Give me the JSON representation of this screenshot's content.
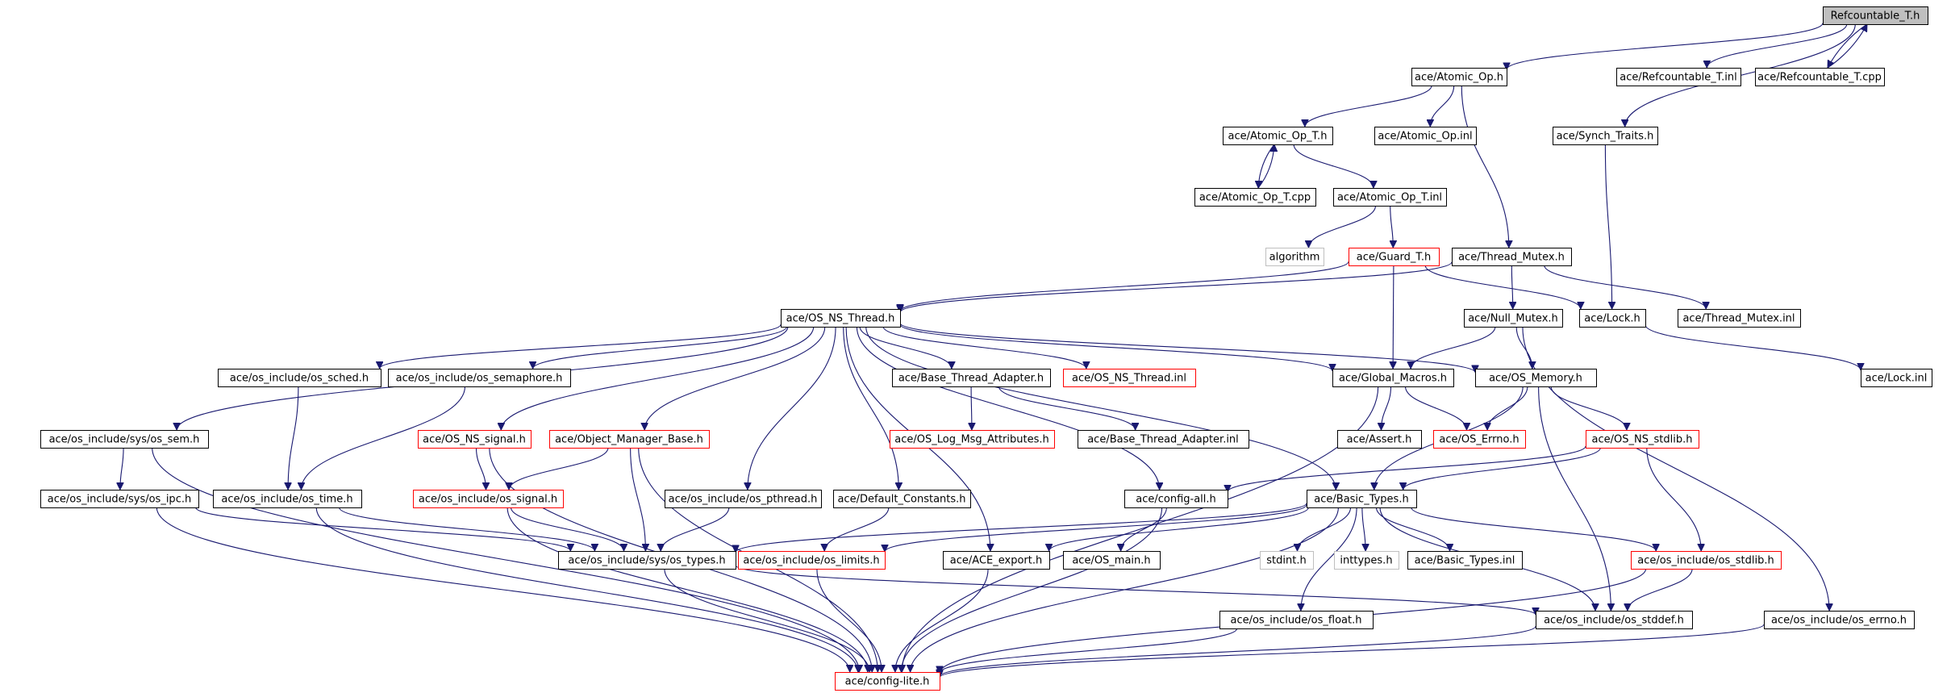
{
  "title": "",
  "colors": {
    "edge": "#191970",
    "box_border_normal": "#000000",
    "box_border_truncated": "#ff0000",
    "box_border_external": "#bfbfbf",
    "root_fill": "#bfbfbf",
    "text": "#000000"
  },
  "nodes": [
    {
      "id": "refcountable_h",
      "label": "Refcountable_T.h",
      "kind": "root"
    },
    {
      "id": "atomic_op_h",
      "label": "ace/Atomic_Op.h",
      "kind": "normal"
    },
    {
      "id": "refcountable_inl",
      "label": "ace/Refcountable_T.inl",
      "kind": "normal"
    },
    {
      "id": "refcountable_cpp",
      "label": "ace/Refcountable_T.cpp",
      "kind": "normal"
    },
    {
      "id": "atomic_op_t_h",
      "label": "ace/Atomic_Op_T.h",
      "kind": "normal"
    },
    {
      "id": "atomic_op_inl",
      "label": "ace/Atomic_Op.inl",
      "kind": "normal"
    },
    {
      "id": "synch_traits",
      "label": "ace/Synch_Traits.h",
      "kind": "normal"
    },
    {
      "id": "atomic_op_t_cpp",
      "label": "ace/Atomic_Op_T.cpp",
      "kind": "normal"
    },
    {
      "id": "atomic_op_t_inl",
      "label": "ace/Atomic_Op_T.inl",
      "kind": "normal"
    },
    {
      "id": "algorithm",
      "label": "algorithm",
      "kind": "external"
    },
    {
      "id": "guard_t",
      "label": "ace/Guard_T.h",
      "kind": "truncated"
    },
    {
      "id": "thread_mutex_h",
      "label": "ace/Thread_Mutex.h",
      "kind": "normal"
    },
    {
      "id": "os_ns_thread_h",
      "label": "ace/OS_NS_Thread.h",
      "kind": "normal"
    },
    {
      "id": "null_mutex",
      "label": "ace/Null_Mutex.h",
      "kind": "normal"
    },
    {
      "id": "lock_h",
      "label": "ace/Lock.h",
      "kind": "normal"
    },
    {
      "id": "thread_mutex_inl",
      "label": "ace/Thread_Mutex.inl",
      "kind": "normal"
    },
    {
      "id": "lock_inl",
      "label": "ace/Lock.inl",
      "kind": "normal"
    },
    {
      "id": "os_sched",
      "label": "ace/os_include/os_sched.h",
      "kind": "normal"
    },
    {
      "id": "os_semaphore",
      "label": "ace/os_include/os_semaphore.h",
      "kind": "normal"
    },
    {
      "id": "base_thread_adapter_h",
      "label": "ace/Base_Thread_Adapter.h",
      "kind": "normal"
    },
    {
      "id": "os_ns_thread_inl",
      "label": "ace/OS_NS_Thread.inl",
      "kind": "truncated"
    },
    {
      "id": "global_macros",
      "label": "ace/Global_Macros.h",
      "kind": "normal"
    },
    {
      "id": "os_memory",
      "label": "ace/OS_Memory.h",
      "kind": "normal"
    },
    {
      "id": "os_sem",
      "label": "ace/os_include/sys/os_sem.h",
      "kind": "normal"
    },
    {
      "id": "os_ns_signal",
      "label": "ace/OS_NS_signal.h",
      "kind": "truncated"
    },
    {
      "id": "object_manager_base",
      "label": "ace/Object_Manager_Base.h",
      "kind": "truncated"
    },
    {
      "id": "os_log_msg_attributes",
      "label": "ace/OS_Log_Msg_Attributes.h",
      "kind": "truncated"
    },
    {
      "id": "base_thread_adapter_inl",
      "label": "ace/Base_Thread_Adapter.inl",
      "kind": "normal"
    },
    {
      "id": "assert_h",
      "label": "ace/Assert.h",
      "kind": "normal"
    },
    {
      "id": "os_errno_h",
      "label": "ace/OS_Errno.h",
      "kind": "truncated"
    },
    {
      "id": "os_ns_stdlib",
      "label": "ace/OS_NS_stdlib.h",
      "kind": "truncated"
    },
    {
      "id": "os_ipc",
      "label": "ace/os_include/sys/os_ipc.h",
      "kind": "normal"
    },
    {
      "id": "os_time",
      "label": "ace/os_include/os_time.h",
      "kind": "normal"
    },
    {
      "id": "os_signal",
      "label": "ace/os_include/os_signal.h",
      "kind": "truncated"
    },
    {
      "id": "os_pthread",
      "label": "ace/os_include/os_pthread.h",
      "kind": "normal"
    },
    {
      "id": "default_constants",
      "label": "ace/Default_Constants.h",
      "kind": "normal"
    },
    {
      "id": "config_all",
      "label": "ace/config-all.h",
      "kind": "normal"
    },
    {
      "id": "basic_types_h",
      "label": "ace/Basic_Types.h",
      "kind": "normal"
    },
    {
      "id": "os_types",
      "label": "ace/os_include/sys/os_types.h",
      "kind": "normal"
    },
    {
      "id": "os_limits",
      "label": "ace/os_include/os_limits.h",
      "kind": "truncated"
    },
    {
      "id": "ace_export",
      "label": "ace/ACE_export.h",
      "kind": "normal"
    },
    {
      "id": "os_main",
      "label": "ace/OS_main.h",
      "kind": "normal"
    },
    {
      "id": "stdint",
      "label": "stdint.h",
      "kind": "external"
    },
    {
      "id": "inttypes",
      "label": "inttypes.h",
      "kind": "external"
    },
    {
      "id": "basic_types_inl",
      "label": "ace/Basic_Types.inl",
      "kind": "normal"
    },
    {
      "id": "os_stdlib",
      "label": "ace/os_include/os_stdlib.h",
      "kind": "truncated"
    },
    {
      "id": "os_float",
      "label": "ace/os_include/os_float.h",
      "kind": "normal"
    },
    {
      "id": "os_stddef",
      "label": "ace/os_include/os_stddef.h",
      "kind": "normal"
    },
    {
      "id": "os_errno_inc",
      "label": "ace/os_include/os_errno.h",
      "kind": "normal"
    },
    {
      "id": "config_lite",
      "label": "ace/config-lite.h",
      "kind": "truncated"
    }
  ],
  "edges": [
    [
      "refcountable_h",
      "atomic_op_h"
    ],
    [
      "refcountable_h",
      "refcountable_inl"
    ],
    [
      "refcountable_h",
      "refcountable_cpp"
    ],
    [
      "refcountable_cpp",
      "refcountable_h"
    ],
    [
      "refcountable_h",
      "synch_traits"
    ],
    [
      "atomic_op_h",
      "atomic_op_t_h"
    ],
    [
      "atomic_op_h",
      "atomic_op_inl"
    ],
    [
      "atomic_op_h",
      "thread_mutex_h"
    ],
    [
      "atomic_op_t_h",
      "atomic_op_t_cpp"
    ],
    [
      "atomic_op_t_cpp",
      "atomic_op_t_h"
    ],
    [
      "atomic_op_t_h",
      "atomic_op_t_inl"
    ],
    [
      "atomic_op_t_inl",
      "algorithm"
    ],
    [
      "atomic_op_t_inl",
      "guard_t"
    ],
    [
      "synch_traits",
      "lock_h"
    ],
    [
      "guard_t",
      "os_ns_thread_h"
    ],
    [
      "guard_t",
      "lock_h"
    ],
    [
      "guard_t",
      "global_macros"
    ],
    [
      "thread_mutex_h",
      "os_ns_thread_h"
    ],
    [
      "thread_mutex_h",
      "null_mutex"
    ],
    [
      "thread_mutex_h",
      "thread_mutex_inl"
    ],
    [
      "lock_h",
      "lock_inl"
    ],
    [
      "null_mutex",
      "global_macros"
    ],
    [
      "null_mutex",
      "os_memory"
    ],
    [
      "null_mutex",
      "os_errno_inc"
    ],
    [
      "os_ns_thread_h",
      "os_sem"
    ],
    [
      "os_ns_thread_h",
      "os_sched"
    ],
    [
      "os_ns_thread_h",
      "os_semaphore"
    ],
    [
      "os_ns_thread_h",
      "os_ns_signal"
    ],
    [
      "os_ns_thread_h",
      "object_manager_base"
    ],
    [
      "os_ns_thread_h",
      "os_pthread"
    ],
    [
      "os_ns_thread_h",
      "default_constants"
    ],
    [
      "os_ns_thread_h",
      "base_thread_adapter_h"
    ],
    [
      "os_ns_thread_h",
      "os_ns_thread_inl"
    ],
    [
      "os_ns_thread_h",
      "global_macros"
    ],
    [
      "os_ns_thread_h",
      "os_memory"
    ],
    [
      "os_ns_thread_h",
      "basic_types_h"
    ],
    [
      "os_ns_thread_h",
      "config_all"
    ],
    [
      "os_ns_thread_h",
      "ace_export"
    ],
    [
      "base_thread_adapter_h",
      "os_log_msg_attributes"
    ],
    [
      "base_thread_adapter_h",
      "base_thread_adapter_inl"
    ],
    [
      "global_macros",
      "assert_h"
    ],
    [
      "global_macros",
      "os_errno_h"
    ],
    [
      "global_macros",
      "config_lite"
    ],
    [
      "os_memory",
      "os_errno_h"
    ],
    [
      "os_memory",
      "os_ns_stdlib"
    ],
    [
      "os_memory",
      "basic_types_h"
    ],
    [
      "os_memory",
      "os_stddef"
    ],
    [
      "os_ns_stdlib",
      "basic_types_h"
    ],
    [
      "os_ns_stdlib",
      "config_all"
    ],
    [
      "os_ns_stdlib",
      "os_stdlib"
    ],
    [
      "os_sem",
      "os_ipc"
    ],
    [
      "os_sem",
      "config_lite"
    ],
    [
      "os_sched",
      "os_time"
    ],
    [
      "os_semaphore",
      "os_time"
    ],
    [
      "os_ns_signal",
      "os_signal"
    ],
    [
      "os_ns_signal",
      "config_lite"
    ],
    [
      "object_manager_base",
      "os_signal"
    ],
    [
      "object_manager_base",
      "os_types"
    ],
    [
      "object_manager_base",
      "config_lite"
    ],
    [
      "os_ipc",
      "os_types"
    ],
    [
      "os_ipc",
      "config_lite"
    ],
    [
      "os_time",
      "os_types"
    ],
    [
      "os_time",
      "config_lite"
    ],
    [
      "os_signal",
      "os_types"
    ],
    [
      "os_signal",
      "config_lite"
    ],
    [
      "os_pthread",
      "os_types"
    ],
    [
      "default_constants",
      "os_limits"
    ],
    [
      "config_all",
      "os_main"
    ],
    [
      "config_all",
      "config_lite"
    ],
    [
      "basic_types_h",
      "os_types"
    ],
    [
      "basic_types_h",
      "os_limits"
    ],
    [
      "basic_types_h",
      "ace_export"
    ],
    [
      "basic_types_h",
      "stdint"
    ],
    [
      "basic_types_h",
      "inttypes"
    ],
    [
      "basic_types_h",
      "basic_types_inl"
    ],
    [
      "basic_types_h",
      "os_stdlib"
    ],
    [
      "basic_types_h",
      "os_float"
    ],
    [
      "basic_types_h",
      "os_stddef"
    ],
    [
      "basic_types_h",
      "config_lite"
    ],
    [
      "os_types",
      "os_stddef"
    ],
    [
      "os_types",
      "config_lite"
    ],
    [
      "os_limits",
      "config_lite"
    ],
    [
      "ace_export",
      "config_lite"
    ],
    [
      "os_stdlib",
      "os_stddef"
    ],
    [
      "os_stdlib",
      "config_lite"
    ],
    [
      "os_float",
      "config_lite"
    ],
    [
      "os_stddef",
      "config_lite"
    ],
    [
      "os_errno_inc",
      "config_lite"
    ]
  ]
}
